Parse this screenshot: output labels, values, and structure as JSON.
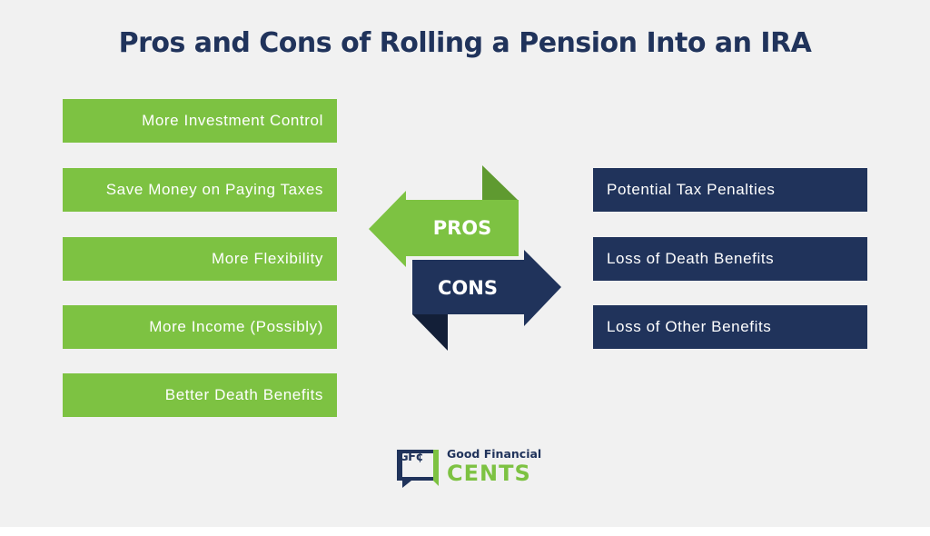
{
  "title": "Pros and Cons of Rolling a Pension Into an IRA",
  "pros": {
    "label": "PROS",
    "items": [
      "More Investment Control",
      "Save Money on Paying Taxes",
      "More Flexibility",
      "More Income (Possibly)",
      "Better Death Benefits"
    ]
  },
  "cons": {
    "label": "CONS",
    "items": [
      "Potential Tax Penalties",
      "Loss of Death Benefits",
      "Loss of Other Benefits"
    ]
  },
  "logo": {
    "badge": "GF¢",
    "line1": "Good Financial",
    "line2": "CENTS"
  },
  "colors": {
    "pro_green": "#7dc242",
    "pro_green_dark": "#5f9a30",
    "con_navy": "#20335b",
    "con_navy_dark": "#131f38",
    "title_navy": "#20335b",
    "background": "#f1f1f1"
  }
}
